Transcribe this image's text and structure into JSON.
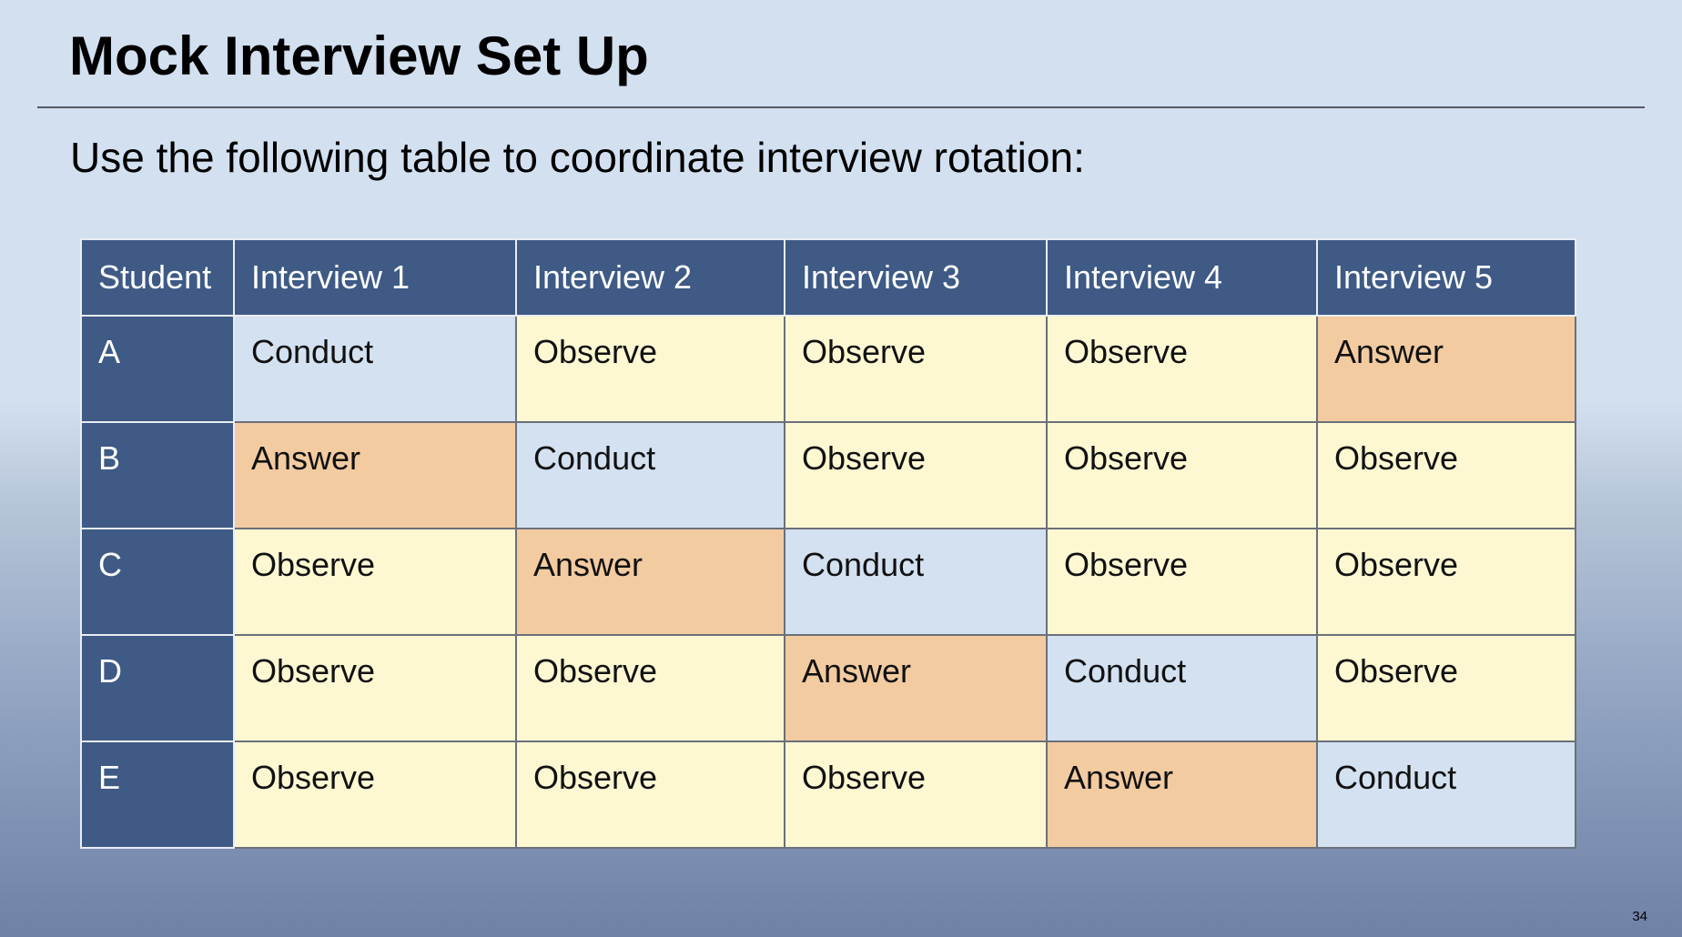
{
  "slide": {
    "title": "Mock Interview Set Up",
    "subtitle": "Use the following table to coordinate interview rotation:",
    "page_number": "34"
  },
  "colors": {
    "header_bg": "#3e5a85",
    "conduct_bg": "#d3e1f1",
    "observe_bg": "#fdf8d2",
    "answer_bg": "#f3cba1"
  },
  "table": {
    "headers": [
      "Student",
      "Interview 1",
      "Interview 2",
      "Interview 3",
      "Interview 4",
      "Interview 5"
    ],
    "rows": [
      {
        "student": "A",
        "cells": [
          "Conduct",
          "Observe",
          "Observe",
          "Observe",
          "Answer"
        ]
      },
      {
        "student": "B",
        "cells": [
          "Answer",
          "Conduct",
          "Observe",
          "Observe",
          "Observe"
        ]
      },
      {
        "student": "C",
        "cells": [
          "Observe",
          "Answer",
          "Conduct",
          "Observe",
          "Observe"
        ]
      },
      {
        "student": "D",
        "cells": [
          "Observe",
          "Observe",
          "Answer",
          "Conduct",
          "Observe"
        ]
      },
      {
        "student": "E",
        "cells": [
          "Observe",
          "Observe",
          "Observe",
          "Answer",
          "Conduct"
        ]
      }
    ]
  }
}
